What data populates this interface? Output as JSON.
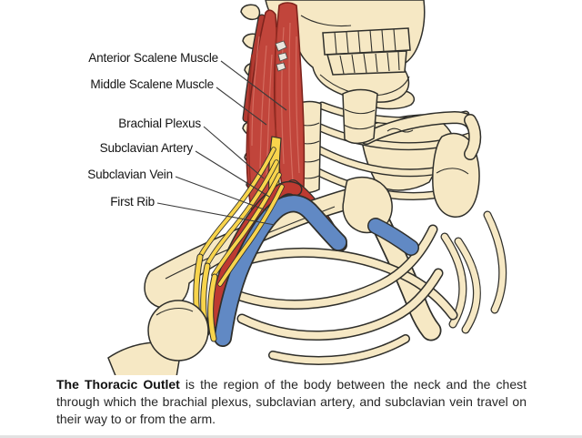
{
  "figure": {
    "type": "anatomical-diagram",
    "subject": "The Thoracic Outlet",
    "labels": [
      {
        "text": "Anterior Scalene Muscle"
      },
      {
        "text": "Middle Scalene Muscle"
      },
      {
        "text": "Brachial Plexus"
      },
      {
        "text": "Subclavian Artery"
      },
      {
        "text": "Subclavian Vein"
      },
      {
        "text": "First Rib"
      }
    ],
    "caption_bold": "The Thoracic Outlet",
    "caption_rest": " is the region of the body between the neck and the chest through which the brachial plexus, subclavian artery, and subclavian vein travel on their way to or from the arm.",
    "colors": {
      "bone": "#F6E8C4",
      "outline": "#2F2F2B",
      "muscle_red": "#C1453B",
      "artery_red": "#BE3A31",
      "vein_blue": "#6189C4",
      "nerve_yellow": "#F8D44C"
    }
  }
}
